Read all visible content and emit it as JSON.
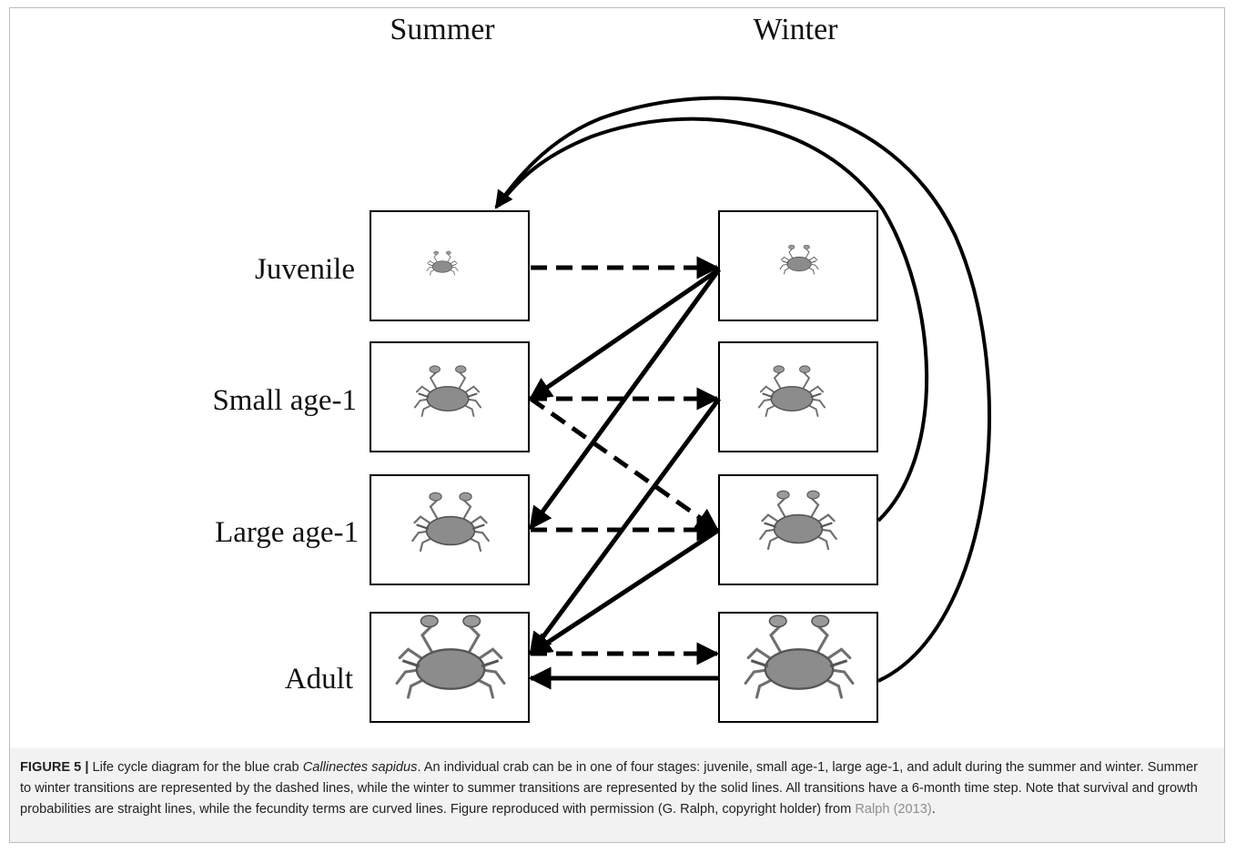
{
  "headers": {
    "summer": "Summer",
    "winter": "Winter"
  },
  "stages": [
    "Juvenile",
    "Small age-1",
    "Large age-1",
    "Adult"
  ],
  "caption": {
    "label": "FIGURE 5 |",
    "text_before_species": "Life cycle diagram for the blue crab",
    "species": "Callinectes sapidus",
    "text_after_species": ". An individual crab can be in one of four stages: juvenile, small age-1, large age-1, and adult during the summer and winter. Summer to winter transitions are represented by the dashed lines, while the winter to summer transitions are represented by the solid lines. All transitions have a 6-month time step. Note that survival and growth probabilities are straight lines, while the fecundity terms are curved lines. Figure reproduced with permission (G. Ralph, copyright holder) from",
    "reference": "Ralph (2013)",
    "end": "."
  },
  "colors": {
    "line": "#000000",
    "crab": "#7a7a7a",
    "caption_bg": "#f2f2f2",
    "reference": "#8e8e8e"
  },
  "icons": {
    "crab": "crab-icon"
  }
}
